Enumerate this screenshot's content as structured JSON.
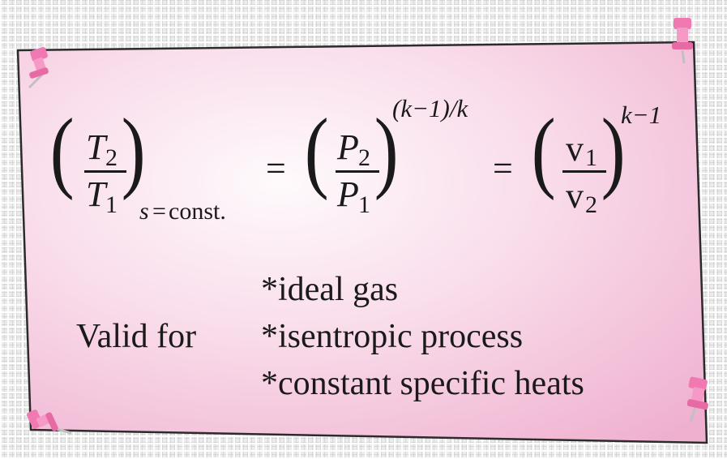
{
  "equation": {
    "lhs": {
      "numerator": {
        "symbol": "T",
        "subscript": "2"
      },
      "denominator": {
        "symbol": "T",
        "subscript": "1"
      },
      "condition": {
        "variable": "s",
        "equals": "=",
        "value": "const."
      }
    },
    "eq1": "=",
    "middle": {
      "numerator": {
        "symbol": "P",
        "subscript": "2"
      },
      "denominator": {
        "symbol": "P",
        "subscript": "1"
      },
      "exponent": "(k−1)/k"
    },
    "eq2": "=",
    "rhs": {
      "numerator": {
        "symbol": "v",
        "subscript": "1"
      },
      "denominator": {
        "symbol": "v",
        "subscript": "2"
      },
      "exponent": "k−1"
    }
  },
  "validity": {
    "label": "Valid for",
    "conditions": [
      "*ideal gas",
      "*isentropic process",
      "*constant specific heats"
    ]
  },
  "colors": {
    "paper_pink": "#f6c6dd",
    "paper_light": "#fdf0f6",
    "pin_pink": "#f07fb5"
  }
}
